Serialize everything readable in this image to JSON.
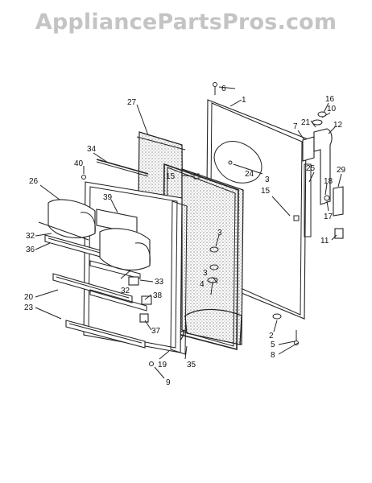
{
  "watermark": "AppliancePartsPros.com",
  "labels": {
    "p1": "1",
    "p2": "2",
    "p3a": "3",
    "p3b": "3",
    "p3c": "3",
    "p4": "4",
    "p5": "5",
    "p6": "6",
    "p7": "7",
    "p8": "8",
    "p9": "9",
    "p10": "10",
    "p11": "11",
    "p12": "12",
    "p15a": "15",
    "p15b": "15",
    "p16": "16",
    "p17": "17",
    "p18": "18",
    "p19": "19",
    "p20": "20",
    "p21": "21",
    "p23": "23",
    "p24": "24",
    "p25": "25",
    "p26": "26",
    "p27": "27",
    "p29": "29",
    "p32a": "32",
    "p32b": "32",
    "p33": "33",
    "p34": "34",
    "p35": "35",
    "p36": "36",
    "p37": "37",
    "p38": "38",
    "p39": "39",
    "p40": "40"
  }
}
